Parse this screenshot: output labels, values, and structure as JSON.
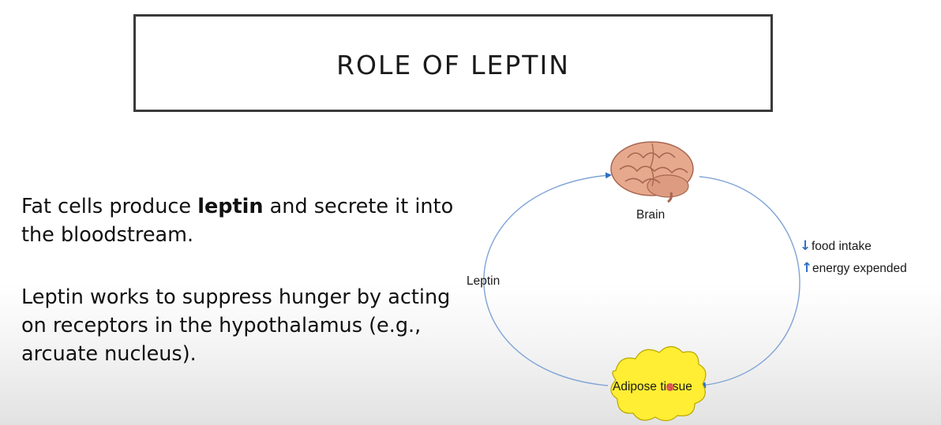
{
  "slide": {
    "title": "ROLE OF LEPTIN",
    "paragraph1": {
      "before": "Fat cells produce ",
      "bold": "leptin",
      "after": " and secrete it into the bloodstream."
    },
    "paragraph2": "Leptin works to suppress hunger by acting on receptors in the hypothalamus (e.g., arcuate nucleus)."
  },
  "diagram": {
    "brain_label": "Brain",
    "leptin_label": "Leptin",
    "food_intake": "food intake",
    "energy_expended": "energy expended",
    "adipose_label": "Adipose tissue",
    "colors": {
      "arrow": "#2e6fc4",
      "adipose_fill": "#ffee33",
      "brain_fill": "#e6a98e"
    },
    "icons": {
      "brain": "brain-icon",
      "adipose": "adipose-cloud-icon",
      "down": "down-arrow-icon",
      "up": "up-arrow-icon"
    }
  }
}
